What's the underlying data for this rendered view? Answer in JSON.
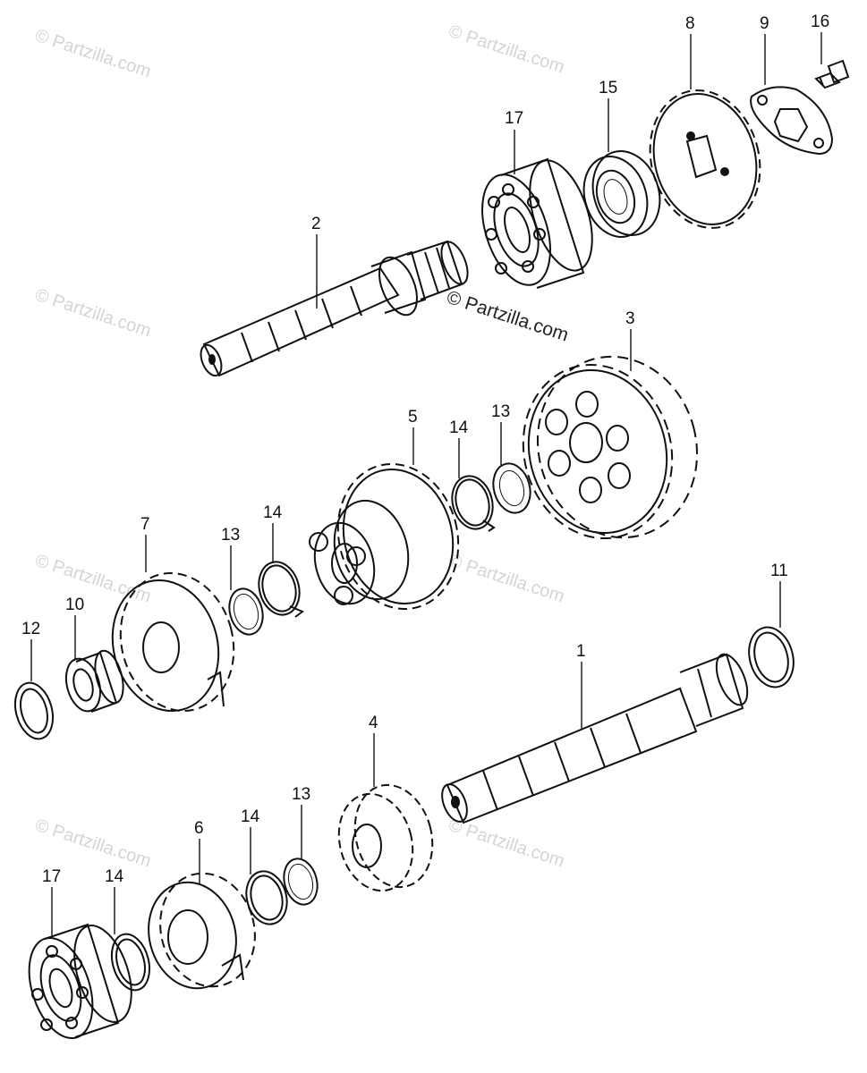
{
  "diagram": {
    "watermark": "© Partzilla.com",
    "callouts": {
      "c1": "1",
      "c2": "2",
      "c3": "3",
      "c4": "4",
      "c5": "5",
      "c6": "6",
      "c7": "7",
      "c8": "8",
      "c9": "9",
      "c10": "10",
      "c11": "11",
      "c12": "12",
      "c13a": "13",
      "c13b": "13",
      "c13c": "13",
      "c14a": "14",
      "c14b": "14",
      "c14c": "14",
      "c14d": "14",
      "c15": "15",
      "c16": "16",
      "c17a": "17",
      "c17b": "17"
    }
  }
}
